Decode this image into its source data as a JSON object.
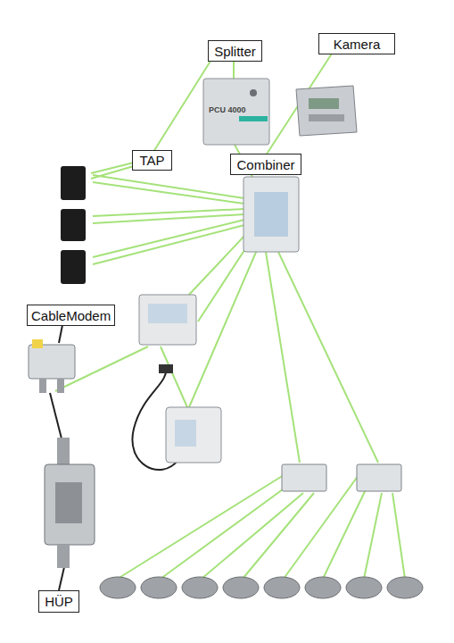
{
  "diagram": {
    "nodes": [
      {
        "text": [
          "Splitter"
        ]
      },
      {
        "text": [
          "Kamera"
        ]
      },
      {
        "text": [
          "TAP"
        ]
      },
      {
        "text": [
          "Combiner"
        ]
      },
      {
        "text": [
          "CableModem"
        ]
      },
      {
        "text": [
          "HÜP"
        ]
      }
    ],
    "labels": [
      "PCU 4000"
    ]
  }
}
